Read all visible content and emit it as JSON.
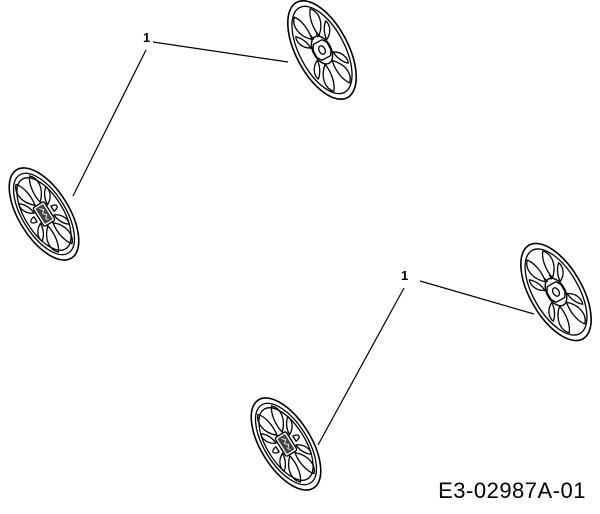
{
  "callouts": [
    "1",
    "1"
  ],
  "drawing_code": "E3-02987A-01"
}
